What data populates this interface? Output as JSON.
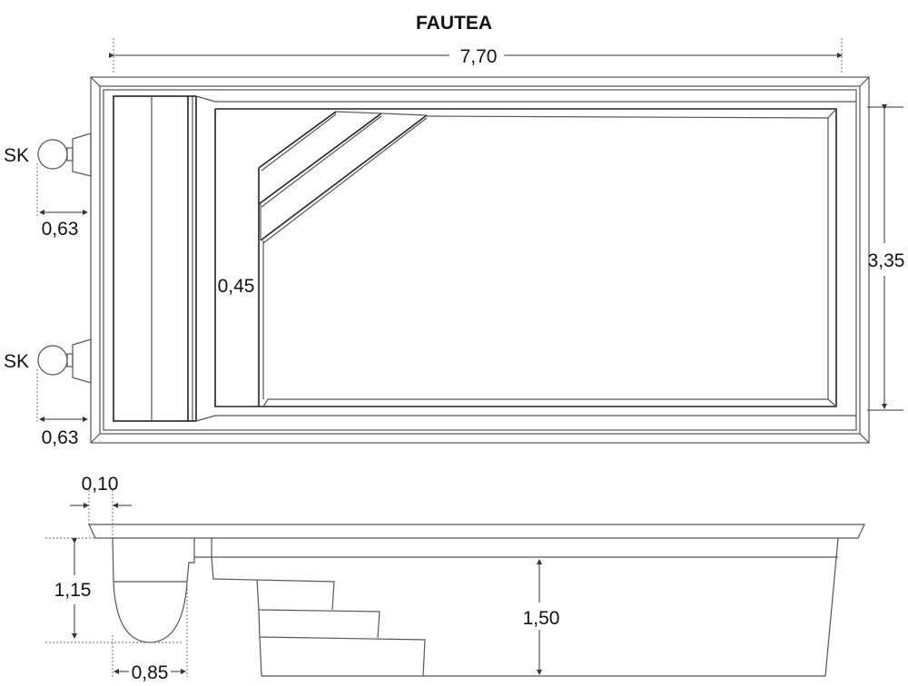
{
  "title": "FAUTEA",
  "plan_view": {
    "length": "7,70",
    "width": "3,35",
    "bench_width": "0,45",
    "skimmers": [
      {
        "label": "SK",
        "offset": "0,63"
      },
      {
        "label": "SK",
        "offset": "0,63"
      }
    ]
  },
  "section_view": {
    "coping_overhang": "0,10",
    "shallow_depth": "1,15",
    "shallow_length": "0,85",
    "deep_depth": "1,50"
  }
}
